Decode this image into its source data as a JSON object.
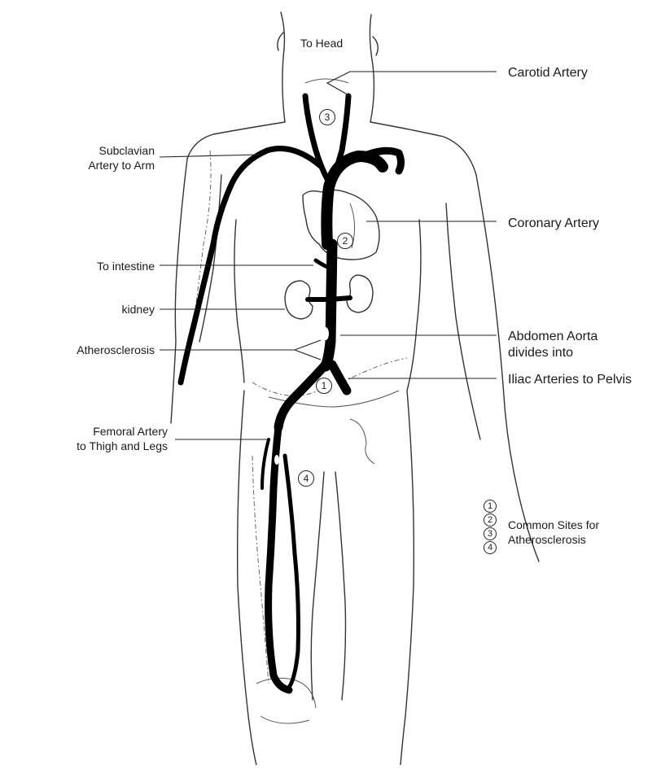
{
  "labels": {
    "to_head": "To Head",
    "carotid": "Carotid Artery",
    "subclavian_line1": "Subclavian",
    "subclavian_line2": "Artery to Arm",
    "coronary": "Coronary Artery",
    "to_intestine": "To intestine",
    "kidney": "kidney",
    "atherosclerosis": "Atherosclerosis",
    "abdomen_line1": "Abdomen Aorta",
    "abdomen_line2": "divides into",
    "iliac": "Iliac Arteries to Pelvis",
    "femoral_line1": "Femoral Artery",
    "femoral_line2": "to Thigh and Legs"
  },
  "site_markers": [
    "1",
    "2",
    "3",
    "4"
  ],
  "legend": {
    "numbers": [
      "1",
      "2",
      "3",
      "4"
    ],
    "line1": "Common Sites for",
    "line2": "Atherosclerosis"
  },
  "colors": {
    "artery": "#000000",
    "outline": "#333333"
  }
}
